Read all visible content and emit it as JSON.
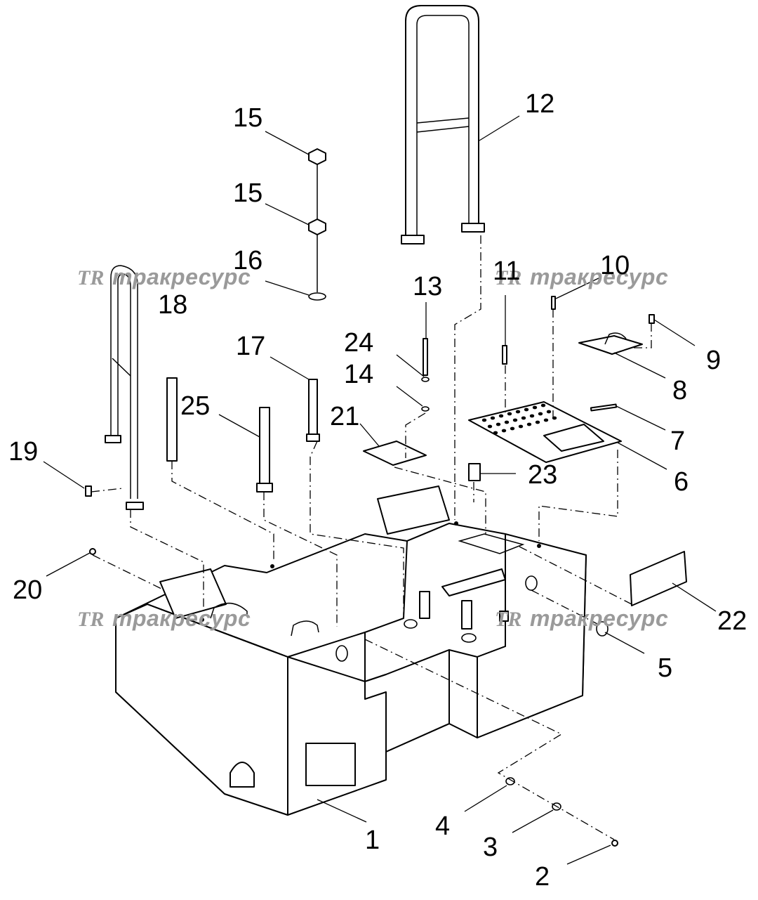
{
  "watermark": {
    "logo": "TR",
    "text": "тракресурс"
  },
  "callouts": [
    "1",
    "2",
    "3",
    "4",
    "5",
    "6",
    "7",
    "8",
    "9",
    "10",
    "11",
    "12",
    "13",
    "14",
    "15",
    "15",
    "16",
    "17",
    "18",
    "19",
    "20",
    "21",
    "22",
    "23",
    "24",
    "25"
  ]
}
